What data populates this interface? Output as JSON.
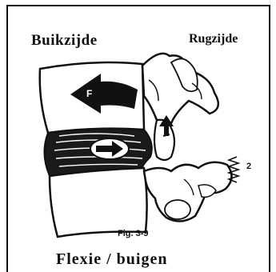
{
  "labels": {
    "front": "Buikzijde",
    "back": "Rugzijde",
    "force": "F",
    "spring_number": "2",
    "figure_number": "Fig. 3-9",
    "caption": "Flexie / buigen"
  },
  "colors": {
    "ink": "#111111",
    "paper": "#ffffff"
  },
  "icons": {
    "force_arrow": "big-left-arrow-icon",
    "nucleus_arrow": "right-arrow-icon",
    "facet_arrow": "up-arrow-icon",
    "spring": "zigzag-spring-icon"
  }
}
